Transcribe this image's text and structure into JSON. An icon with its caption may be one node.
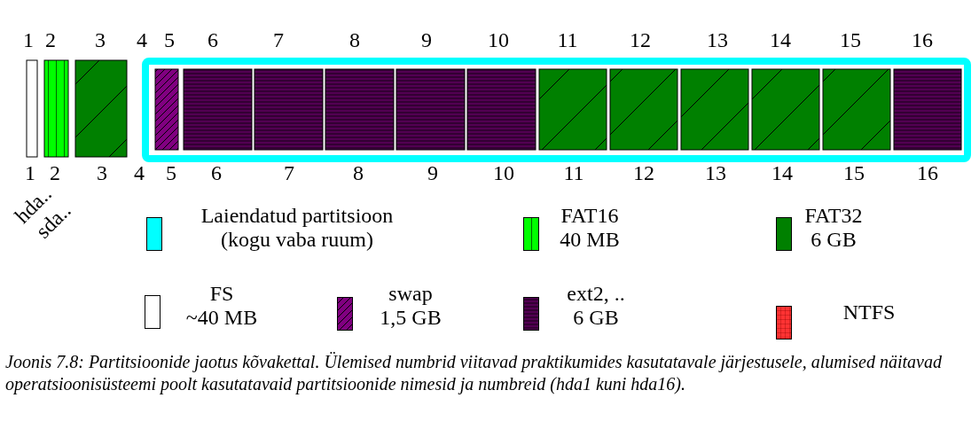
{
  "diagram": {
    "caption": "Joonis 7.8: Partitsioonide jaotus kõvakettal. Ülemised numbrid viitavad praktikumides kasutatavale järjestusele, alumised näitavad operatsioonisüsteemi poolt kasutatavaid partitsioonide nimesid ja numbreid (hda1 kuni hda16).",
    "labels": [
      "1",
      "2",
      "3",
      "4",
      "5",
      "6",
      "7",
      "8",
      "9",
      "10",
      "11",
      "12",
      "13",
      "14",
      "15",
      "16",
      "1",
      "2",
      "3",
      "4",
      "5",
      "6",
      "7",
      "8",
      "9",
      "10",
      "11",
      "12",
      "13",
      "14",
      "15",
      "16",
      "hda..",
      "sda.."
    ],
    "legend": [
      {
        "text": "Laiendatud partitsioon (kogu vaba ruum)",
        "color": "#00ffff"
      },
      {
        "text": "FAT16 40 MB",
        "color": "#00ff00"
      },
      {
        "text": "FAT32 6 GB",
        "color": "#008000"
      },
      {
        "text": "FS ~40 MB"
      },
      {
        "text": "swap 1,5 GB",
        "color": "#800080"
      },
      {
        "text": "ext2, .. 6 GB",
        "color": "#330033"
      },
      {
        "text": "NTFS",
        "color": "#ff3333"
      }
    ]
  }
}
